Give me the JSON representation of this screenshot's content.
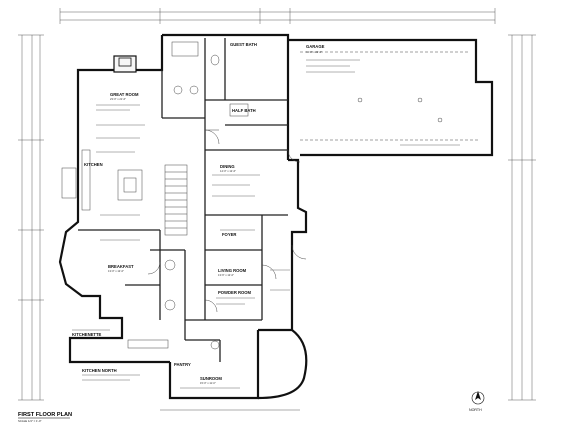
{
  "title_block": {
    "title": "FIRST FLOOR PLAN",
    "scale": "SCALE 1/4\" = 1'-0\""
  },
  "north_label": "NORTH",
  "rooms": [
    {
      "key": "great_room",
      "name": "GREAT ROOM",
      "sub": "23'-0\" x 21'-6\""
    },
    {
      "key": "kitchen",
      "name": "KITCHEN",
      "sub": ""
    },
    {
      "key": "breakfast",
      "name": "BREAKFAST",
      "sub": "13'-0\" x 12'-0\""
    },
    {
      "key": "guest_bath",
      "name": "GUEST BATH",
      "sub": ""
    },
    {
      "key": "half_bath",
      "name": "HALF BATH",
      "sub": ""
    },
    {
      "key": "garage",
      "name": "GARAGE",
      "sub": "44'-0\" x 22'-0\""
    },
    {
      "key": "dining",
      "name": "DINING",
      "sub": "14'-0\" x 12'-6\""
    },
    {
      "key": "foyer",
      "name": "FOYER",
      "sub": ""
    },
    {
      "key": "living_room",
      "name": "LIVING ROOM",
      "sub": "13'-6\" x 12'-0\""
    },
    {
      "key": "powder_room",
      "name": "POWDER ROOM",
      "sub": ""
    },
    {
      "key": "kitchenette",
      "name": "KITCHENETTE",
      "sub": ""
    },
    {
      "key": "kitchen_north",
      "name": "KITCHEN NORTH",
      "sub": ""
    },
    {
      "key": "sunroom",
      "name": "SUNROOM",
      "sub": "15'-0\" x 11'-0\""
    },
    {
      "key": "pantry",
      "name": "PANTRY",
      "sub": ""
    }
  ]
}
